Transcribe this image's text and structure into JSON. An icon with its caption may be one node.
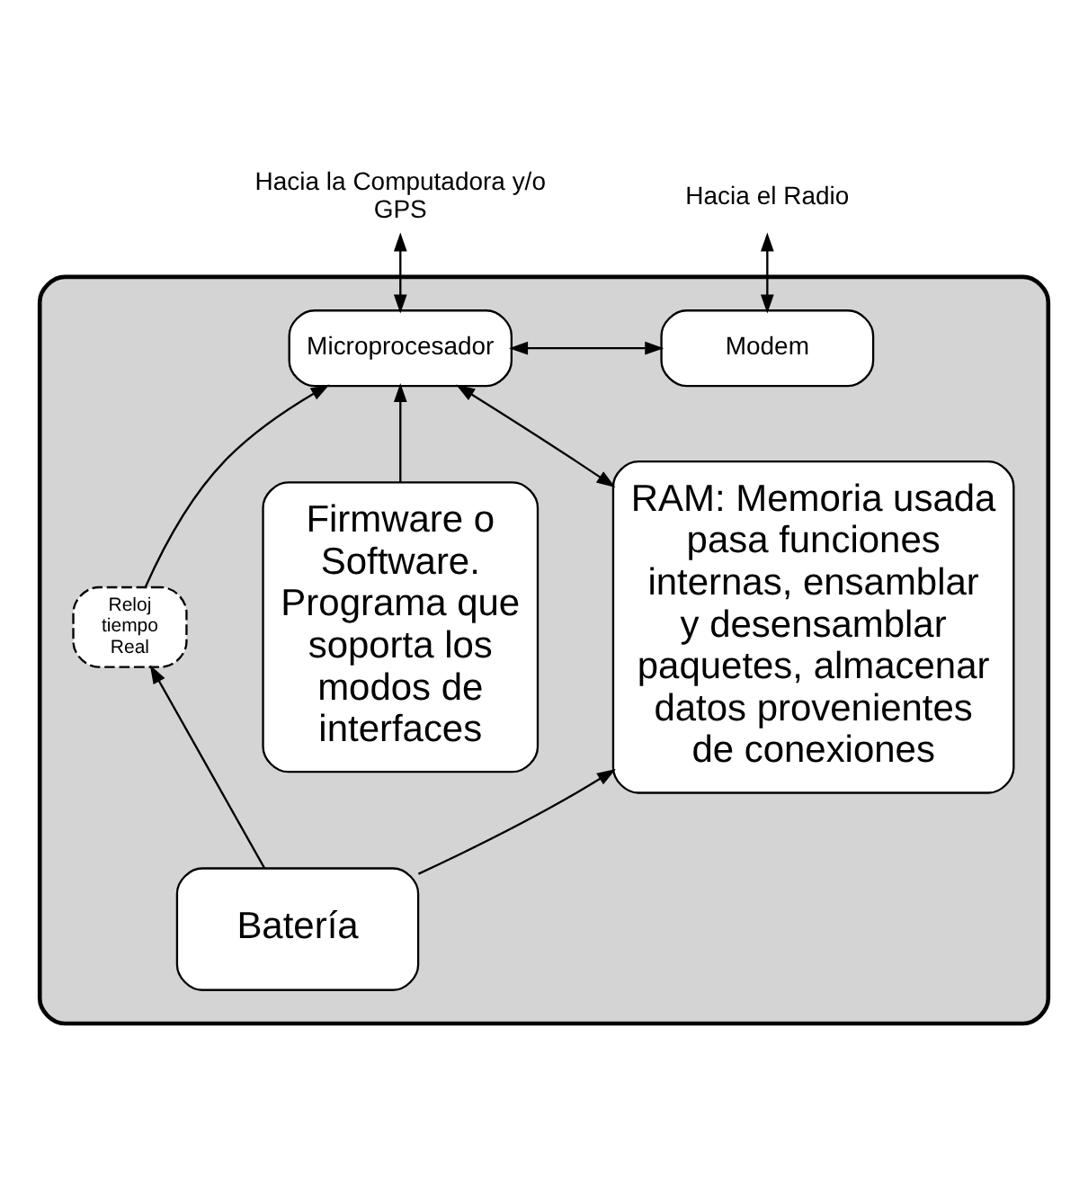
{
  "diagram": {
    "nodes": [
      {
        "text": [
          "Hacia la Computadora y/o GPS"
        ]
      },
      {
        "text": [
          "Hacia el Radio"
        ]
      },
      {
        "text": [],
        "shape": "box"
      },
      {
        "text": [
          "Microprocesador"
        ],
        "in": 2
      },
      {
        "text": [
          "Modem"
        ],
        "in": 2
      },
      {
        "text": [
          "Reloj tiempo Real"
        ],
        "in": 2
      },
      {
        "text": [
          "Firmware o Software. Programa que soporta los modos de interfaces"
        ],
        "in": 2
      },
      {
        "text": [
          "RAM: Memoria usada pasa funciones internas, ensamblar y desensamblar paquetes, almacenar datos provenientes de conexiones"
        ],
        "in": 2
      },
      {
        "text": [
          "Batería"
        ],
        "in": 2
      }
    ],
    "edges": [
      {
        "from": 0,
        "to": 3,
        "arrow": "both"
      },
      {
        "from": 1,
        "to": 4,
        "arrow": "both"
      },
      {
        "from": 3,
        "to": 4,
        "arrow": "both"
      },
      {
        "from": 5,
        "to": 3,
        "arrow": "to"
      },
      {
        "from": 6,
        "to": 3,
        "arrow": "to"
      },
      {
        "from": 3,
        "to": 7,
        "arrow": "both"
      },
      {
        "from": 8,
        "to": 5,
        "arrow": "to"
      },
      {
        "from": 8,
        "to": 7,
        "arrow": "to"
      }
    ]
  }
}
